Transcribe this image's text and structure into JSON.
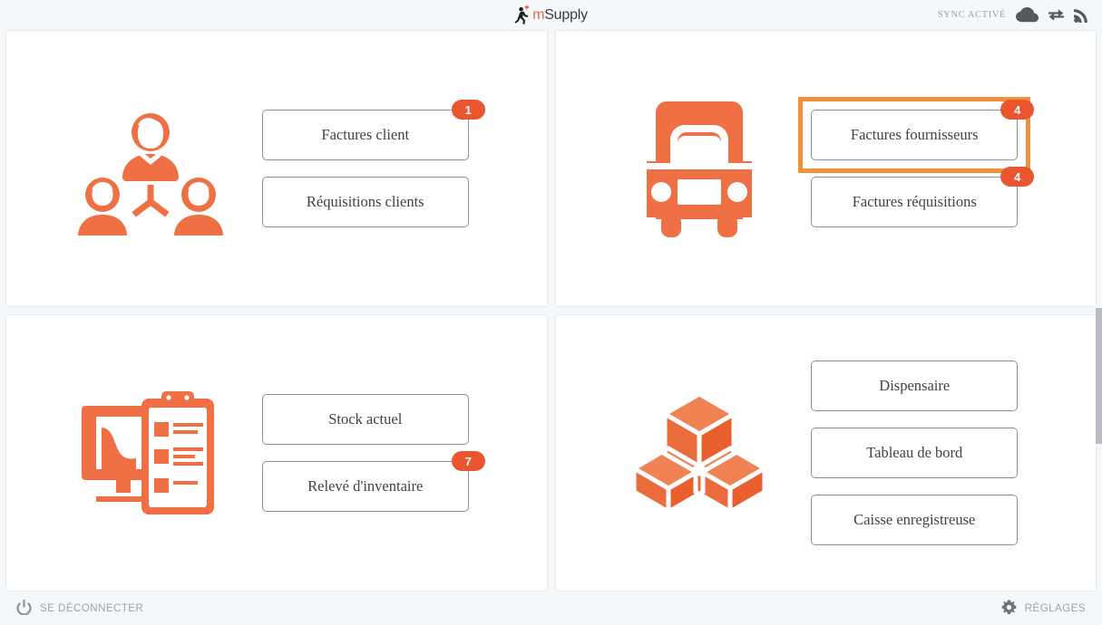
{
  "header": {
    "logo_m": "m",
    "logo_supply": "Supply",
    "logo_icon": "running-person-icon",
    "sync_label": "SYNC ACTIVÉ",
    "icons": [
      "cloud-icon",
      "sync-arrows-icon",
      "signal-icon"
    ]
  },
  "colors": {
    "brand_orange": "#ee7044",
    "badge_orange": "#e8552f",
    "highlight_orange": "#f0913a",
    "page_bg": "#f4f8fb",
    "panel_bg": "#ffffff",
    "button_border": "#8d9197",
    "text_dark": "#3f4246",
    "text_muted": "#9aa1a8"
  },
  "panels": [
    {
      "name": "customers",
      "icon": "people-group-icon",
      "buttons": [
        {
          "label": "Factures client",
          "badge": "1",
          "highlighted": false
        },
        {
          "label": "Réquisitions clients",
          "badge": null,
          "highlighted": false
        }
      ]
    },
    {
      "name": "suppliers",
      "icon": "truck-icon",
      "buttons": [
        {
          "label": "Factures fournisseurs",
          "badge": "4",
          "highlighted": true
        },
        {
          "label": "Factures réquisitions",
          "badge": "4",
          "highlighted": false
        }
      ]
    },
    {
      "name": "stock",
      "icon": "monitor-clipboard-icon",
      "buttons": [
        {
          "label": "Stock actuel",
          "badge": null,
          "highlighted": false
        },
        {
          "label": "Relevé d'inventaire",
          "badge": "7",
          "highlighted": false
        }
      ]
    },
    {
      "name": "dispensary",
      "icon": "boxes-icon",
      "buttons": [
        {
          "label": "Dispensaire",
          "badge": null,
          "highlighted": false
        },
        {
          "label": "Tableau de bord",
          "badge": null,
          "highlighted": false
        },
        {
          "label": "Caisse enregistreuse",
          "badge": null,
          "highlighted": false
        }
      ]
    }
  ],
  "footer": {
    "logout_label": "SE DÉCONNECTER",
    "logout_icon": "power-icon",
    "settings_label": "RÉGLAGES",
    "settings_icon": "gear-icon"
  }
}
